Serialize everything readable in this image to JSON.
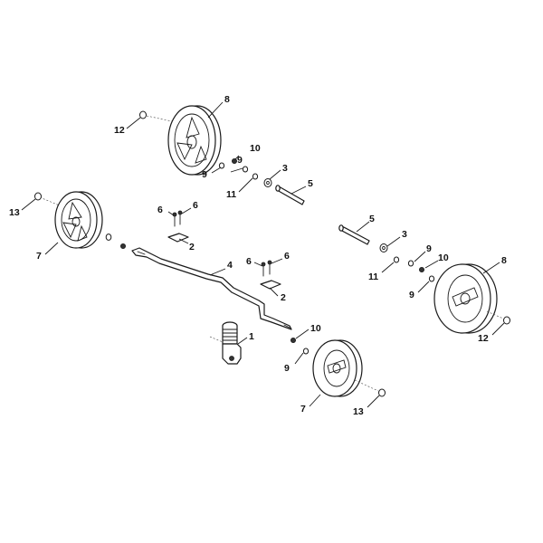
{
  "diagram": {
    "callouts": [
      {
        "id": "c8a",
        "text": "8"
      },
      {
        "id": "c12a",
        "text": "12"
      },
      {
        "id": "c10a",
        "text": "10"
      },
      {
        "id": "c9a",
        "text": "9"
      },
      {
        "id": "c9b",
        "text": "9"
      },
      {
        "id": "c3a",
        "text": "3"
      },
      {
        "id": "c11a",
        "text": "11"
      },
      {
        "id": "c5a",
        "text": "5"
      },
      {
        "id": "c13a",
        "text": "13"
      },
      {
        "id": "c7a",
        "text": "7"
      },
      {
        "id": "c6a",
        "text": "6"
      },
      {
        "id": "c6b",
        "text": "6"
      },
      {
        "id": "c2a",
        "text": "2"
      },
      {
        "id": "c4",
        "text": "4"
      },
      {
        "id": "c6c",
        "text": "6"
      },
      {
        "id": "c6d",
        "text": "6"
      },
      {
        "id": "c2b",
        "text": "2"
      },
      {
        "id": "c1",
        "text": "1"
      },
      {
        "id": "c10b",
        "text": "10"
      },
      {
        "id": "c9c",
        "text": "9"
      },
      {
        "id": "c7b",
        "text": "7"
      },
      {
        "id": "c13b",
        "text": "13"
      },
      {
        "id": "c5b",
        "text": "5"
      },
      {
        "id": "c3b",
        "text": "3"
      },
      {
        "id": "c9d",
        "text": "9"
      },
      {
        "id": "c11b",
        "text": "11"
      },
      {
        "id": "c10c",
        "text": "10"
      },
      {
        "id": "c9e",
        "text": "9"
      },
      {
        "id": "c8b",
        "text": "8"
      },
      {
        "id": "c12b",
        "text": "12"
      }
    ]
  }
}
